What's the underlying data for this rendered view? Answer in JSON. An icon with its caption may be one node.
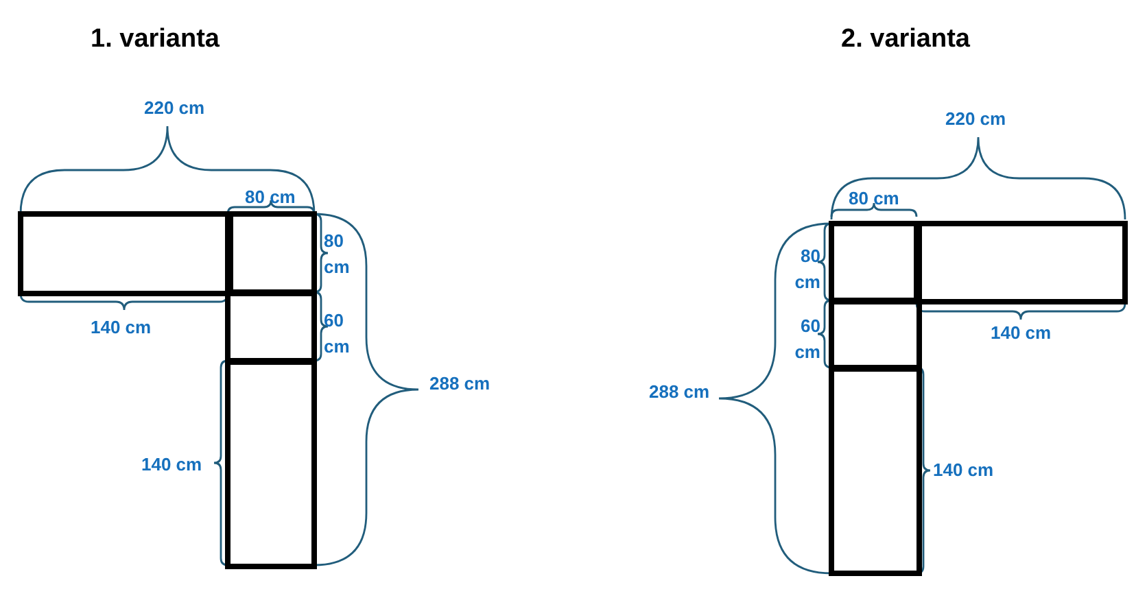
{
  "diagram": {
    "nodes": [
      {
        "text": [],
        "shape": "box"
      },
      {
        "text": [],
        "shape": "box"
      },
      {
        "text": [],
        "shape": "box"
      },
      {
        "text": [],
        "shape": "box"
      },
      {
        "text": [],
        "shape": "box"
      },
      {
        "text": [],
        "shape": "box"
      },
      {
        "text": [],
        "shape": "box"
      },
      {
        "text": [],
        "shape": "box"
      }
    ],
    "labels": [
      "1. varianta",
      "220 cm",
      "80 cm",
      "80 cm",
      "140 cm",
      "60 cm",
      "288 cm",
      "140 cm",
      "2. varianta",
      "220 cm",
      "80 cm",
      "80 cm",
      "60 cm",
      "140 cm",
      "288 cm",
      "140 cm"
    ]
  }
}
